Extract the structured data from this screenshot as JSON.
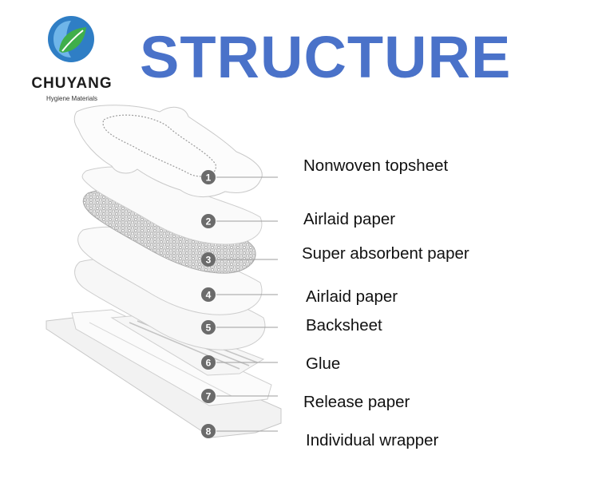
{
  "logo": {
    "brand": "CHUYANG",
    "tagline": "Hygiene Materials"
  },
  "title": "STRUCTURE",
  "colors": {
    "title": "#4a72c9",
    "logo_blue": "#2f7ec5",
    "logo_green": "#3fae4b",
    "marker": "#6b6b6b"
  },
  "layers": [
    {
      "number": "1",
      "label": "Nonwoven topsheet"
    },
    {
      "number": "2",
      "label": "Airlaid paper"
    },
    {
      "number": "3",
      "label": "Super absorbent paper"
    },
    {
      "number": "4",
      "label": "Airlaid paper"
    },
    {
      "number": "5",
      "label": "Backsheet"
    },
    {
      "number": "6",
      "label": "Glue"
    },
    {
      "number": "7",
      "label": "Release paper"
    },
    {
      "number": "8",
      "label": "Individual wrapper"
    }
  ]
}
